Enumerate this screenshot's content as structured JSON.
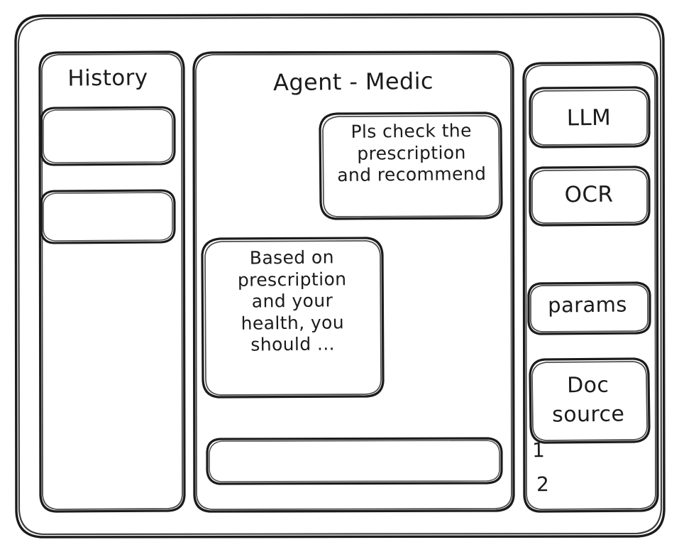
{
  "window": {
    "name": "agent-wireframe-window",
    "style": "hand-drawn-wireframe",
    "stroke_color": "#1b1b1b",
    "background_color": "#ffffff"
  },
  "sidebar": {
    "title": "History",
    "items": [
      {
        "label": "",
        "name": "history-item-1"
      },
      {
        "label": "",
        "name": "history-item-2"
      }
    ]
  },
  "main": {
    "title": "Agent - Medic",
    "messages": [
      {
        "role": "user",
        "text": "Pls check the\nprescription\nand recommend"
      },
      {
        "role": "agent",
        "text": "Based on\nprescription\nand your\nhealth, you\nshould ..."
      }
    ],
    "composer": {
      "value": "",
      "placeholder": ""
    }
  },
  "tools": {
    "buttons": [
      {
        "label": "LLM",
        "name": "tool-button-llm"
      },
      {
        "label": "OCR",
        "name": "tool-button-ocr"
      },
      {
        "label": "params",
        "name": "tool-button-params"
      }
    ],
    "doc_source": {
      "label": "Doc\nsource",
      "items": [
        {
          "label": "1"
        },
        {
          "label": "2"
        }
      ]
    }
  }
}
